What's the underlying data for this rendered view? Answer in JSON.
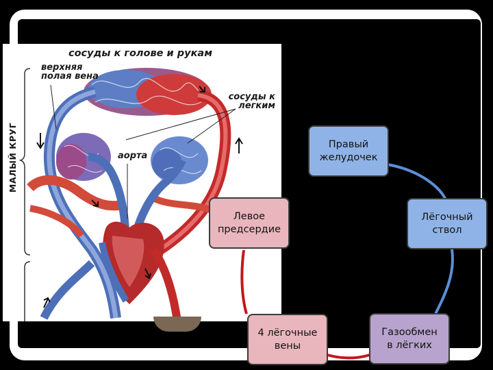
{
  "diagram": {
    "labels": {
      "head_vessels": "сосуды к голове и рукам",
      "superior_vena_cava": "верхняя полая вена",
      "lung_vessels": "сосуды к легким",
      "aorta": "аорта",
      "small_circle": "МАЛЫЙ КРУГ"
    }
  },
  "cycle": {
    "nodes": [
      {
        "id": "right-ventricle",
        "label": "Правый\nжелудочек",
        "color": "#8fb3e6"
      },
      {
        "id": "pulmonary-trunk",
        "label": "Лёгочный\nствол",
        "color": "#8fb3e6"
      },
      {
        "id": "gas-exchange",
        "label": "Газообмен\nв лёгких",
        "color": "#b7a3cd"
      },
      {
        "id": "pulmonary-veins",
        "label": "4 лёгочные\nвены",
        "color": "#e9b6bd"
      },
      {
        "id": "left-atrium",
        "label": "Левое\nпредсердие",
        "color": "#e9b6bd"
      }
    ],
    "arc_colors": {
      "venous": "#5b8fd6",
      "arterial": "#c4161c"
    }
  }
}
